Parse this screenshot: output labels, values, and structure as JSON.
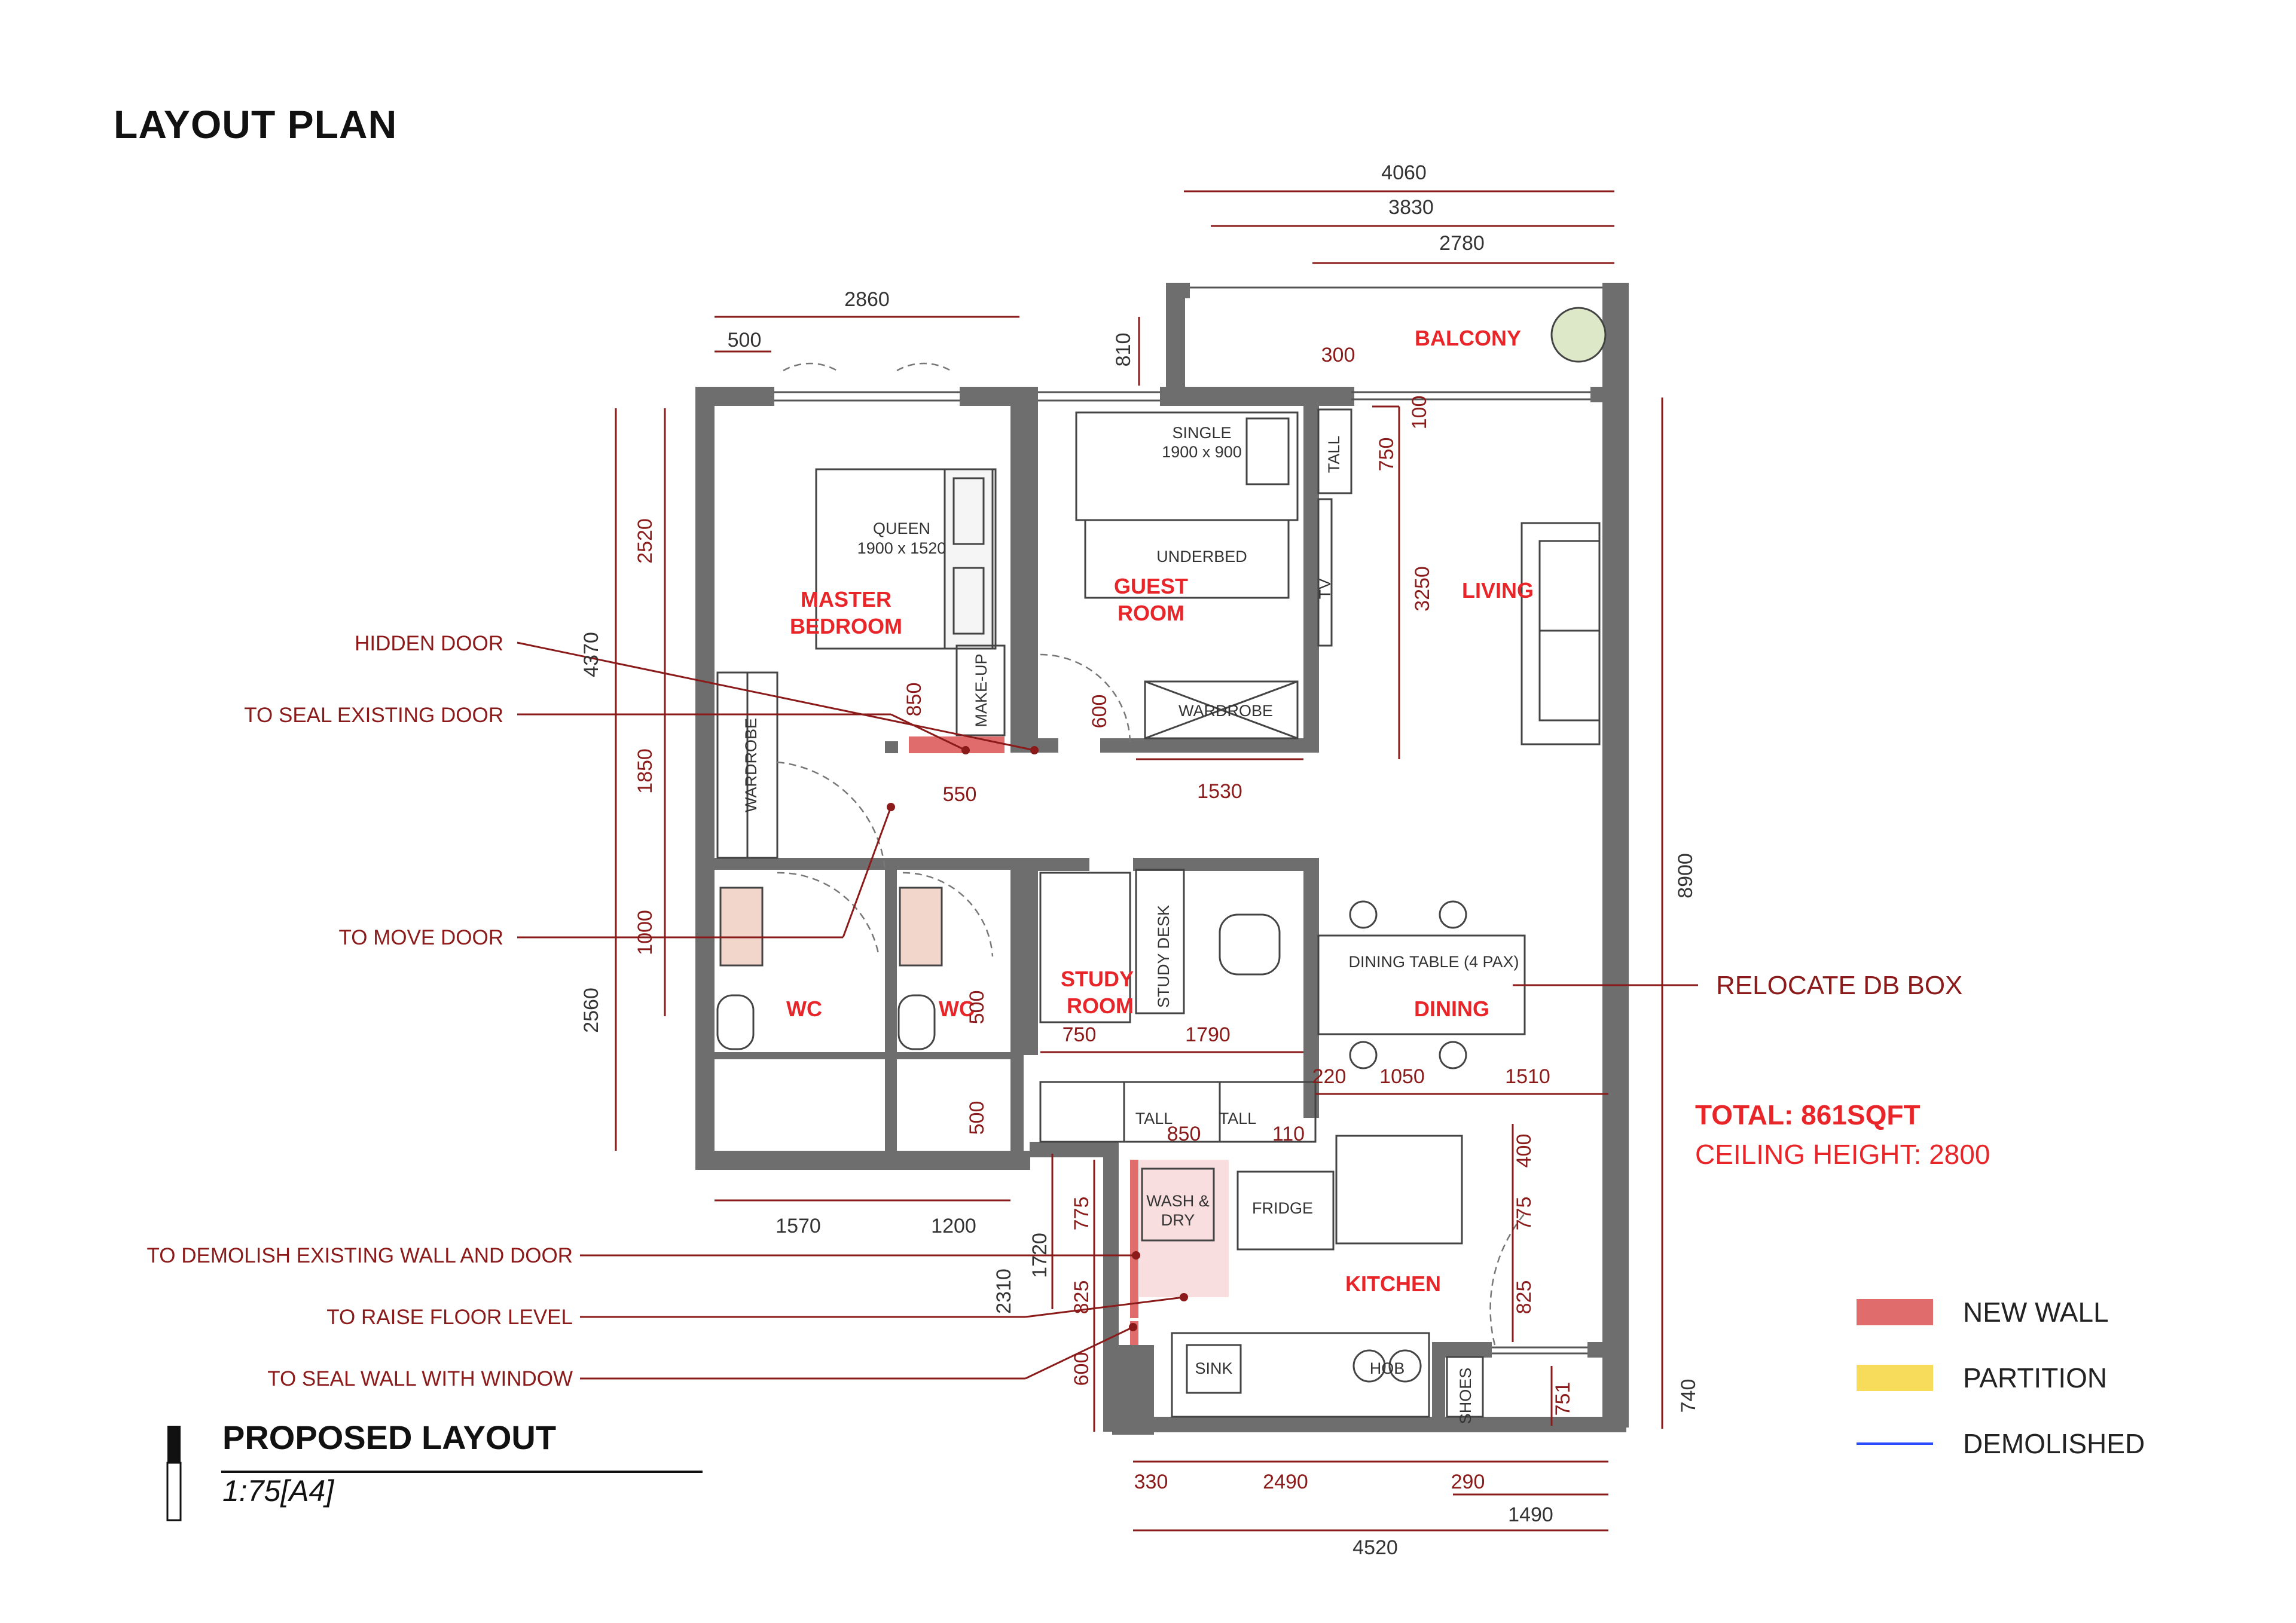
{
  "page_title": "LAYOUT PLAN",
  "rooms": {
    "balcony": "BALCONY",
    "master_bedroom_1": "MASTER",
    "master_bedroom_2": "BEDROOM",
    "guest_room_1": "GUEST",
    "guest_room_2": "ROOM",
    "living": "LIVING",
    "study_room_1": "STUDY",
    "study_room_2": "ROOM",
    "wc_left": "WC",
    "wc_right": "WC",
    "dining": "DINING",
    "kitchen": "KITCHEN"
  },
  "furniture": {
    "queen_label": "QUEEN",
    "queen_size": "1900 x 1520",
    "single_label": "SINGLE",
    "single_size": "1900 x 900",
    "underbed": "UNDERBED",
    "wardrobe_guest": "WARDROBE",
    "wardrobe_master": "WARDROBE",
    "make_up": "MAKE-UP",
    "tall_guest": "TALL",
    "tv": "TV",
    "study_desk": "STUDY DESK",
    "dining_table": "DINING TABLE (4 PAX)",
    "tall_1": "TALL",
    "tall_2": "TALL",
    "wash_dry_1": "WASH &",
    "wash_dry_2": "DRY",
    "fridge": "FRIDGE",
    "sink": "SINK",
    "hob": "HOB",
    "shoes": "SHOES"
  },
  "dimensions": {
    "top_4060": "4060",
    "top_3830": "3830",
    "top_2780": "2780",
    "top_2860": "2860",
    "top_500": "500",
    "top_810": "810",
    "balcony_300": "300",
    "balcony_100": "100",
    "living_750": "750",
    "living_3250": "3250",
    "right_8900": "8900",
    "right_740": "740",
    "left_4370": "4370",
    "left_2520": "2520",
    "left_1850": "1850",
    "left_1000": "1000",
    "left_2560": "2560",
    "master_850": "850",
    "master_550": "550",
    "guest_600": "600",
    "guest_1530": "1530",
    "wc_500a": "500",
    "wc_500b": "500",
    "study_750": "750",
    "study_1790": "1790",
    "dining_220": "220",
    "dining_1050": "1050",
    "dining_1510": "1510",
    "kitchen_850": "850",
    "kitchen_110": "110",
    "kitchen_400": "400",
    "kitchen_775": "775",
    "kitchen_825": "825",
    "kitchen_751": "751",
    "wash_775": "775",
    "wash_825": "825",
    "wash_600": "600",
    "left_1720": "1720",
    "left_2310": "2310",
    "bottom_1570": "1570",
    "bottom_1200": "1200",
    "bottom_330": "330",
    "bottom_2490": "2490",
    "bottom_290": "290",
    "bottom_1490": "1490",
    "bottom_4520": "4520"
  },
  "annotations": {
    "hidden_door": "HIDDEN DOOR",
    "seal_door": "TO SEAL EXISTING DOOR",
    "move_door": "TO MOVE DOOR",
    "relocate_db": "RELOCATE DB BOX",
    "demolish": "TO DEMOLISH EXISTING WALL AND DOOR",
    "raise_floor": "TO RAISE FLOOR LEVEL",
    "seal_window": "TO SEAL WALL WITH WINDOW"
  },
  "summary": {
    "total": "TOTAL: 861SQFT",
    "ceiling": "CEILING HEIGHT: 2800"
  },
  "legend": [
    {
      "label": "NEW WALL",
      "color": "#e06c6c"
    },
    {
      "label": "PARTITION",
      "color": "#f7dc5c"
    },
    {
      "label": "DEMOLISHED",
      "color": "#2a4cff"
    }
  ],
  "sheet": {
    "title": "PROPOSED LAYOUT",
    "scale": "1:75[A4]"
  },
  "colors": {
    "wall": "#6e6e6e",
    "dimension": "#8b1a1a",
    "room_label": "#e8262a",
    "new_wall": "#e06c6c",
    "annotation_line": "#8b1a1a"
  }
}
